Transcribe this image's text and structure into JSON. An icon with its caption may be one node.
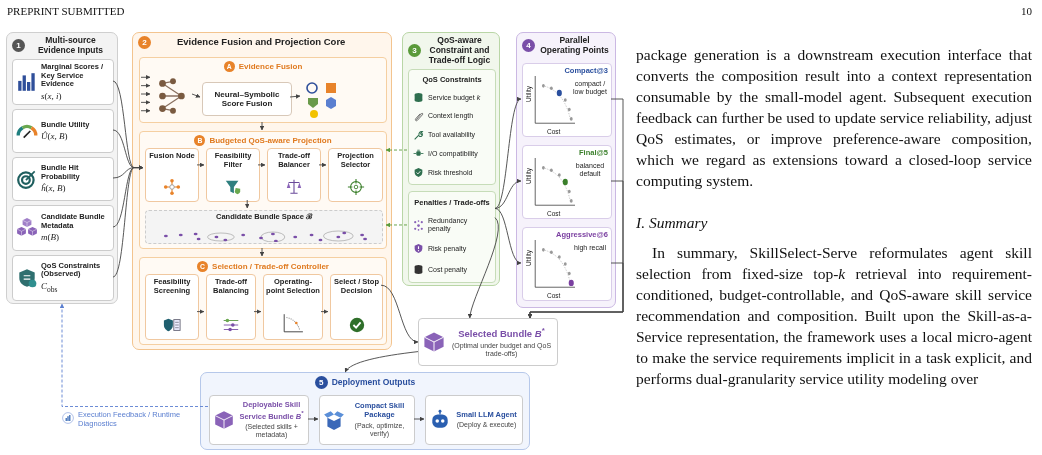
{
  "diagram": {
    "nodes": [
      {
        "text": [
          "1",
          "Multi-source Evidence Inputs"
        ]
      },
      {
        "text": [
          "Marginal Scores / Key Service Evidence",
          "*s*(*x*, *i*)"
        ],
        "in": 0
      },
      {
        "text": [
          "Bundle Utility",
          "*Û*(*x*, *B*)"
        ],
        "in": 0
      },
      {
        "text": [
          "Bundle Hit Probability",
          "*ĥ*(*x*, *B*)"
        ],
        "in": 0
      },
      {
        "text": [
          "Candidate Bundle Metadata",
          "*m*(*B*)"
        ],
        "in": 0
      },
      {
        "text": [
          "QoS Constraints (Observed)",
          "*C*$_{obs}$"
        ],
        "in": 0
      },
      {
        "text": [
          "2",
          "Evidence Fusion and Projection Core"
        ]
      },
      {
        "text": [
          "A",
          "Evidence Fusion"
        ],
        "in": 6
      },
      {
        "text": [],
        "shape": "picture",
        "in": 7
      },
      {
        "text": [
          "Neural–Symbolic Score Fusion"
        ],
        "in": 7
      },
      {
        "text": [],
        "shape": "picture",
        "in": 7
      },
      {
        "text": [
          "B",
          "Budgeted QoS-aware Projection"
        ],
        "in": 6
      },
      {
        "text": [
          "Fusion Node"
        ],
        "in": 11
      },
      {
        "text": [
          "Feasibility Filter"
        ],
        "in": 11
      },
      {
        "text": [
          "Trade-off Balancer"
        ],
        "in": 11
      },
      {
        "text": [
          "Projection Selector"
        ],
        "in": 11
      },
      {
        "text": [
          "Candidate Bundle Space ℬ"
        ],
        "in": 11
      },
      {
        "text": [
          "C",
          "Selection / Trade-off Controller"
        ],
        "in": 6
      },
      {
        "text": [
          "Feasibility Screening"
        ],
        "in": 17
      },
      {
        "text": [
          "Trade-off Balancing"
        ],
        "in": 17
      },
      {
        "text": [
          "Operating-point Selection"
        ],
        "in": 17
      },
      {
        "text": [
          "Select / Stop Decision"
        ],
        "in": 17
      },
      {
        "text": [
          "3",
          "QoS-aware Constraint and Trade-off Logic"
        ]
      },
      {
        "text": [
          "QoS Constraints",
          "Service budget *k*",
          "Context length",
          "Tool availability",
          "I/O compatibility",
          "Risk threshold"
        ],
        "in": 22
      },
      {
        "text": [
          "Penalties / Trade-offs",
          "Redundancy penalty",
          "Risk penalty",
          "Cost penalty"
        ],
        "in": 22
      },
      {
        "text": [
          "4",
          "Parallel Operating Points"
        ]
      },
      {
        "text": [
          "Compact@3",
          "compact / low budget",
          "Utility",
          "Cost"
        ],
        "in": 25
      },
      {
        "text": [
          "Final@5",
          "balanced default",
          "Utility",
          "Cost"
        ],
        "in": 25
      },
      {
        "text": [
          "Aggressive@6",
          "high recall",
          "Utility",
          "Cost"
        ],
        "in": 25
      },
      {
        "text": [
          "Selected Bundle *B*$^{*}$",
          "(Optimal under budget and QoS trade-offs)"
        ]
      },
      {
        "text": [
          "5",
          "Deployment Outputs"
        ]
      },
      {
        "text": [
          "Deployable Skill Service Bundle *B*$^{*}$",
          "(Selected skills + metadata)"
        ],
        "in": 30
      },
      {
        "text": [
          "Compact Skill Package",
          "(Pack, optimize, verify)"
        ],
        "in": 30
      },
      {
        "text": [
          "Small LLM Agent",
          "(Deploy & execute)"
        ],
        "in": 30
      }
    ],
    "edges": [
      {
        "from": 1,
        "to": 12,
        "arrow": "to"
      },
      {
        "from": 2,
        "to": 12,
        "arrow": "to"
      },
      {
        "from": 3,
        "to": 12,
        "arrow": "to"
      },
      {
        "from": 4,
        "to": 12,
        "arrow": "to"
      },
      {
        "from": 5,
        "to": 12,
        "arrow": "to"
      },
      {
        "from": null,
        "to": 8,
        "arrow": "to"
      },
      {
        "from": null,
        "to": 8,
        "arrow": "to"
      },
      {
        "from": null,
        "to": 8,
        "arrow": "to"
      },
      {
        "from": null,
        "to": 8,
        "arrow": "to"
      },
      {
        "from": null,
        "to": 8,
        "arrow": "to"
      },
      {
        "from": 8,
        "to": 9,
        "arrow": "to"
      },
      {
        "from": 9,
        "to": 10,
        "arrow": "to"
      },
      {
        "from": 7,
        "to": 11,
        "arrow": "to"
      },
      {
        "from": 12,
        "to": 13,
        "arrow": "to"
      },
      {
        "from": 13,
        "to": 14,
        "arrow": "to"
      },
      {
        "from": 14,
        "to": 15,
        "arrow": "to"
      },
      {
        "from": 13,
        "to": 16,
        "arrow": "to"
      },
      {
        "from": 11,
        "to": 17,
        "arrow": "to"
      },
      {
        "from": 18,
        "to": 19,
        "arrow": "to"
      },
      {
        "from": 19,
        "to": 20,
        "arrow": "to"
      },
      {
        "from": 20,
        "to": 21,
        "arrow": "to"
      },
      {
        "from": 23,
        "to": 11,
        "arrow": "to",
        "style": "dashed",
        "color": "#5a9a3a"
      },
      {
        "from": 24,
        "to": 11,
        "arrow": "to",
        "style": "dashed",
        "color": "#5a9a3a"
      },
      {
        "from": 24,
        "to": 26,
        "arrow": "to"
      },
      {
        "from": 24,
        "to": 27,
        "arrow": "to"
      },
      {
        "from": 24,
        "to": 28,
        "arrow": "to"
      },
      {
        "from": 24,
        "to": 29,
        "arrow": "to"
      },
      {
        "from": 26,
        "to": 29,
        "arrow": "to"
      },
      {
        "from": 27,
        "to": 29,
        "arrow": "to"
      },
      {
        "from": 28,
        "to": 29,
        "arrow": "to"
      },
      {
        "from": 21,
        "to": 29,
        "arrow": "to"
      },
      {
        "from": 29,
        "to": 30,
        "arrow": "to"
      },
      {
        "from": 31,
        "to": 32,
        "arrow": "to"
      },
      {
        "from": 32,
        "to": 33,
        "arrow": "to"
      },
      {
        "from": 31,
        "to": 0,
        "arrow": "to",
        "style": "dashed",
        "color": "#5b7fd0",
        "label": "Execution Feedback / Runtime Diagnostics"
      }
    ],
    "labels": [
      "PREPRINT SUBMITTED",
      "10",
      "package generation is a downstream execution interface that converts the composition result into a context representation consumable by the small-model agent. Subsequent execution feedback can further be used to update service reliability, adjust QoS estimates, or improve preference-aware composition, which we regard as extensions toward a closed-loop service computing system.",
      "I. Summary",
      "In summary, SkillSelect-Serve reformulates agent skill selection from fixed-size top-*k* retrieval into requirement-conditioned, budget-controllable, and QoS-aware skill service recommendation and composition. Built upon the Skill-as-a-Service representation, the framework uses a local micro-agent to make the service requirements implicit in a task explicit, and performs dual-granularity service utility modeling over"
    ]
  }
}
